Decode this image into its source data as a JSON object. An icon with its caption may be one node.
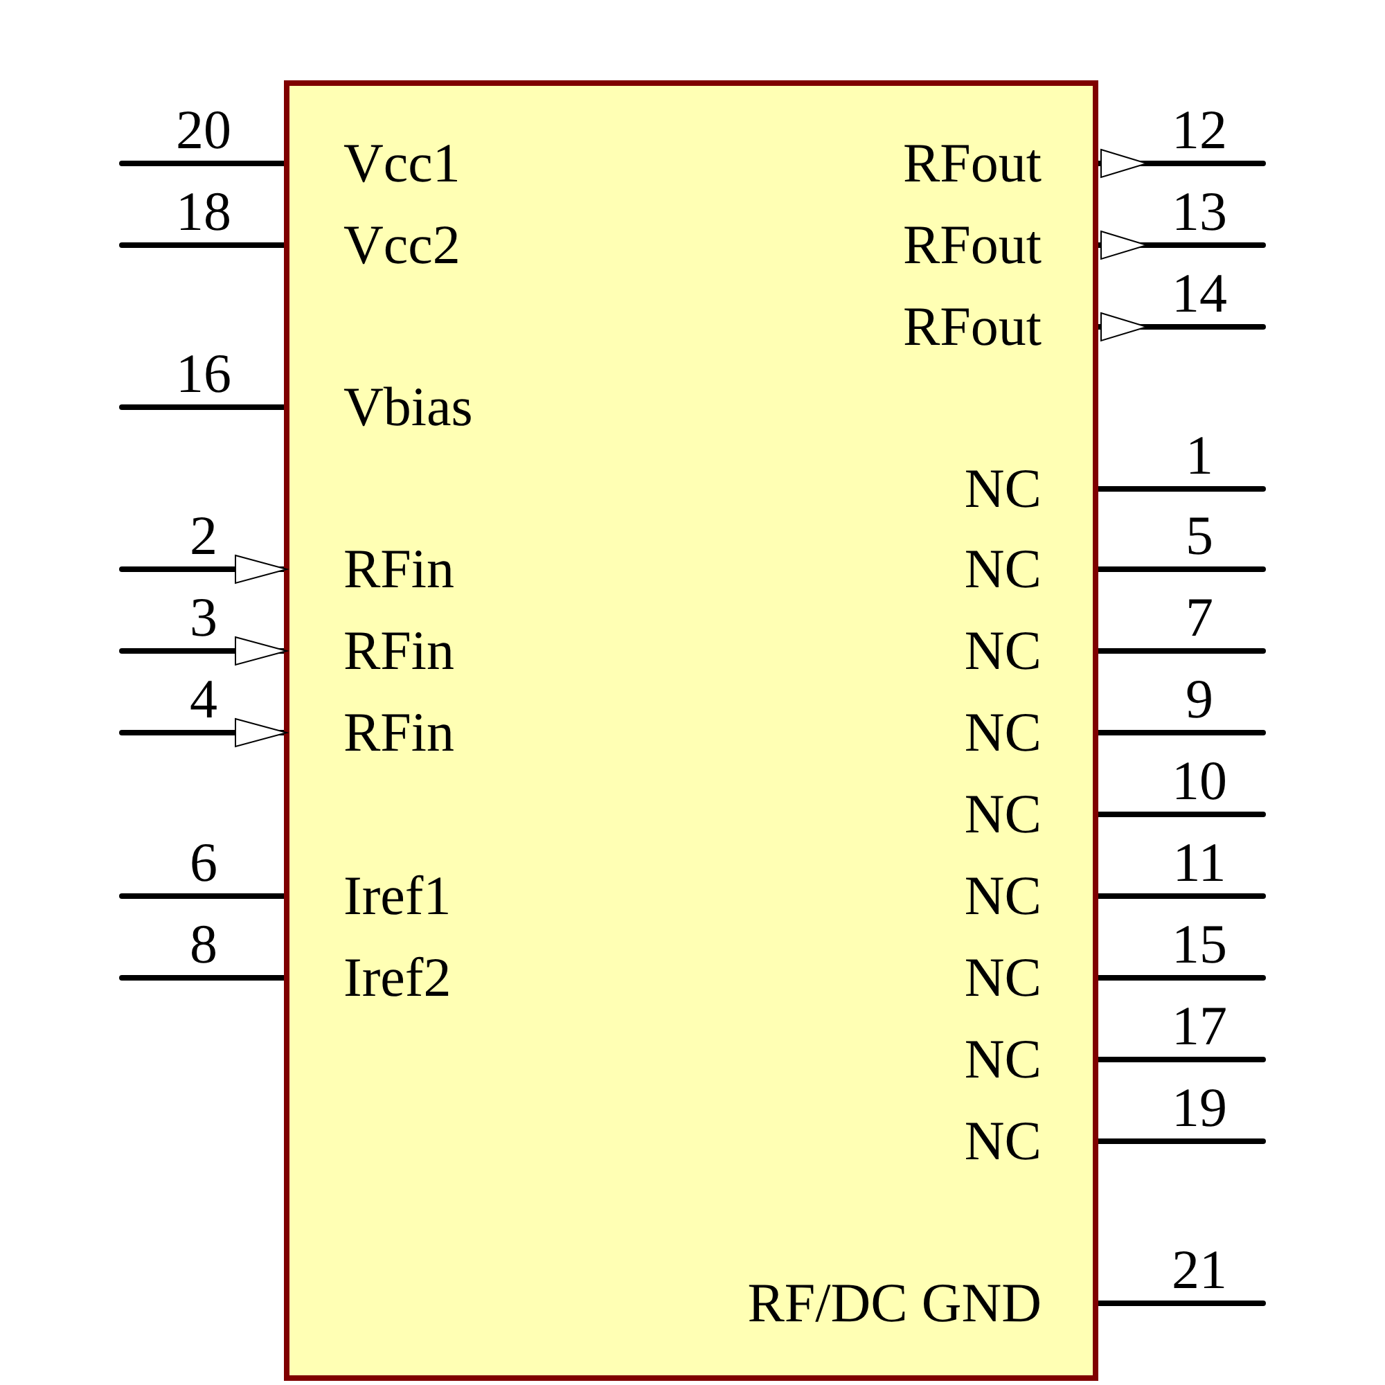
{
  "diagram": {
    "nodes": [
      {
        "text": [],
        "shape": "box"
      }
    ],
    "labels": [
      "20",
      "Vcc1",
      "RFout",
      "12",
      "18",
      "Vcc2",
      "RFout",
      "13",
      "RFout",
      "14",
      "16",
      "Vbias",
      "NC",
      "1",
      "2",
      "RFin",
      "NC",
      "5",
      "3",
      "RFin",
      "NC",
      "7",
      "4",
      "RFin",
      "NC",
      "9",
      "NC",
      "10",
      "6",
      "Iref1",
      "NC",
      "11",
      "8",
      "Iref2",
      "NC",
      "15",
      "NC",
      "17",
      "NC",
      "19",
      "RF/DC GND",
      "21"
    ]
  }
}
